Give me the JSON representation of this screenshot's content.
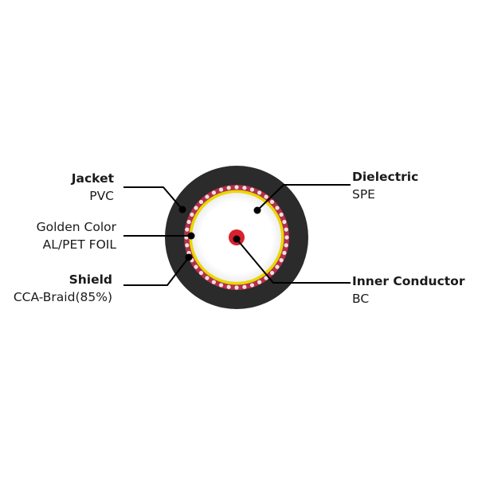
{
  "labels": {
    "jacket": {
      "title": "Jacket",
      "material": "PVC"
    },
    "foil": {
      "line1": "Golden Color",
      "line2": "AL/PET FOIL"
    },
    "shield": {
      "title": "Shield",
      "material": "CCA-Braid(85%)"
    },
    "dielectric": {
      "title": "Dielectric",
      "material": "SPE"
    },
    "inner_conductor": {
      "title": "Inner Conductor",
      "material": "BC"
    }
  },
  "colors": {
    "jacket": "#2b2b2b",
    "braid_ring": "#b2324a",
    "braid_strand": "#f4dfe5",
    "foil": "#e8d800",
    "dielectric": "#ffffff",
    "conductor": "#d8202e",
    "leader": "#000000"
  }
}
